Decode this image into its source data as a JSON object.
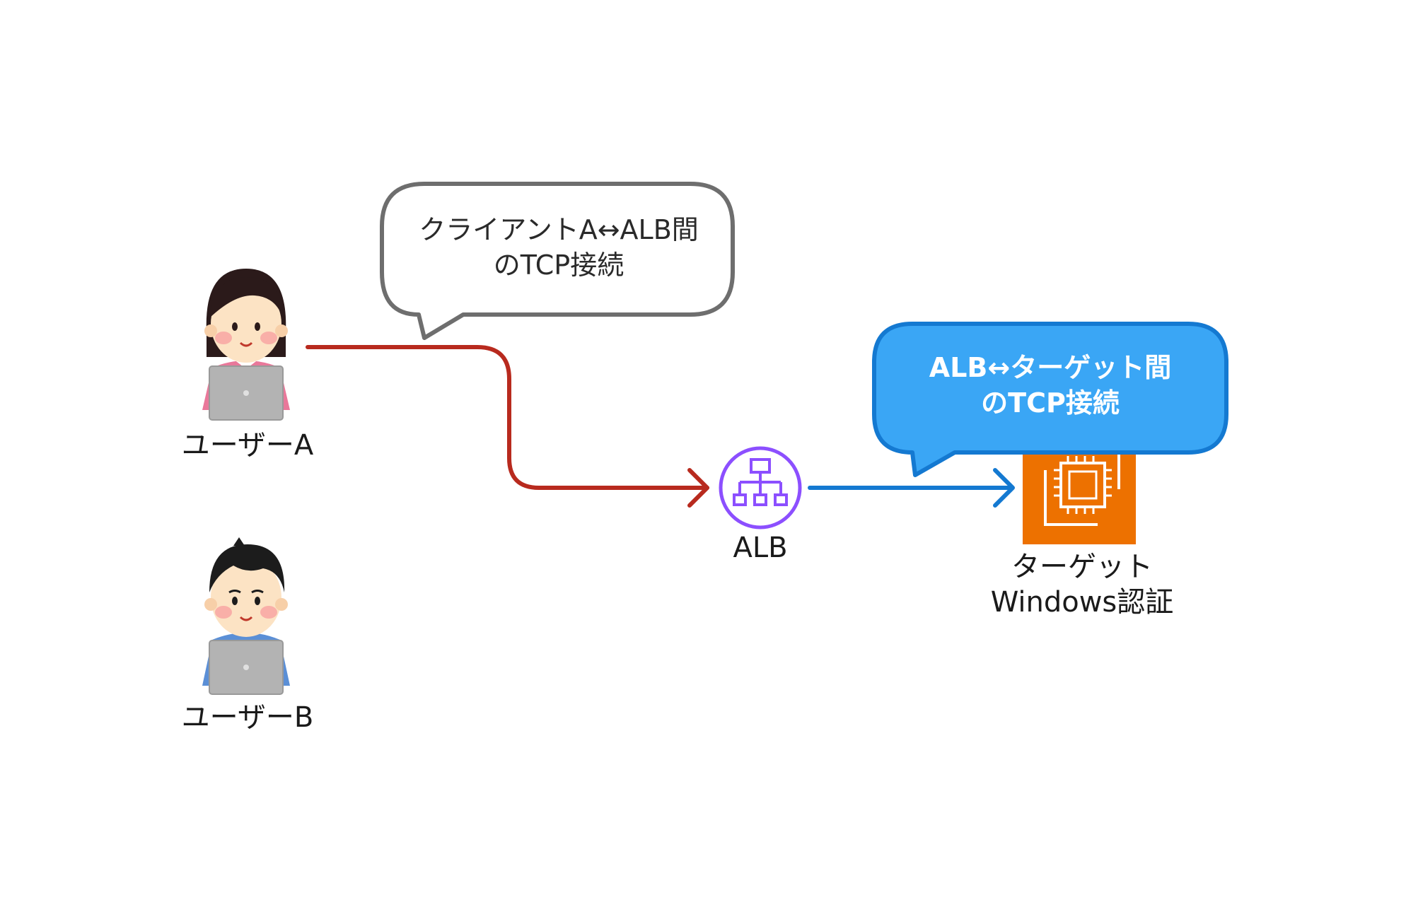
{
  "users": [
    {
      "label": "ユーザーA"
    },
    {
      "label": "ユーザーB"
    }
  ],
  "alb": {
    "label": "ALB",
    "icon": "load-balancer-icon",
    "color": "#8c4fff"
  },
  "target": {
    "line1": "ターゲット",
    "line2": "Windows認証",
    "icon": "ec2-instance-icon",
    "color": "#ed7100"
  },
  "callouts": {
    "client_alb": {
      "line1": "クライアントA↔ALB間",
      "line2": "のTCP接続"
    },
    "alb_target": {
      "line1": "ALB↔ターゲット間",
      "line2": "のTCP接続"
    }
  },
  "colors": {
    "client_connection": "#b82a1e",
    "target_connection": "#1479d1",
    "blue_bubble": "#3aa6f5"
  }
}
